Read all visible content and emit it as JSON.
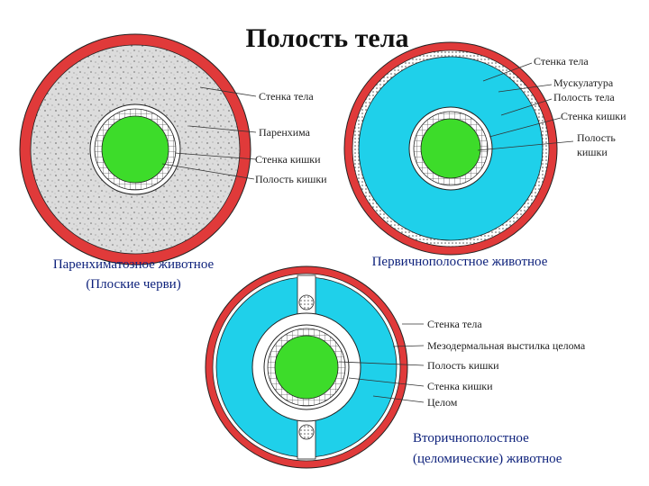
{
  "title": "Полость тела",
  "colors": {
    "wall": "#e03a3a",
    "cavity": "#1fd0ea",
    "gut_lumen": "#3ddc2a",
    "parenchyma": "#d9d9d9",
    "caption": "#0b1f7a"
  },
  "diagram_a": {
    "labels": {
      "body_wall": "Стенка тела",
      "parenchyma": "Паренхима",
      "gut_wall": "Стенка кишки",
      "gut_cavity": "Полость кишки"
    },
    "caption_line1": "Паренхиматозное животное",
    "caption_line2": "(Плоские черви)"
  },
  "diagram_b": {
    "labels": {
      "body_wall": "Стенка тела",
      "musculature": "Мускулатура",
      "body_cavity": "Полость тела",
      "gut_wall": "Стенка кишки",
      "gut_cavity_1": "Полость",
      "gut_cavity_2": "кишки"
    },
    "caption": "Первичнополостное животное"
  },
  "diagram_c": {
    "labels": {
      "body_wall": "Стенка тела",
      "mesoderm_lining": "Мезодермальная выстилка целома",
      "gut_cavity": "Полость кишки",
      "gut_wall": "Стенка кишки",
      "coelom": "Целом"
    },
    "caption_line1": "Вторичнополостное",
    "caption_line2": "(целомические) животное"
  }
}
